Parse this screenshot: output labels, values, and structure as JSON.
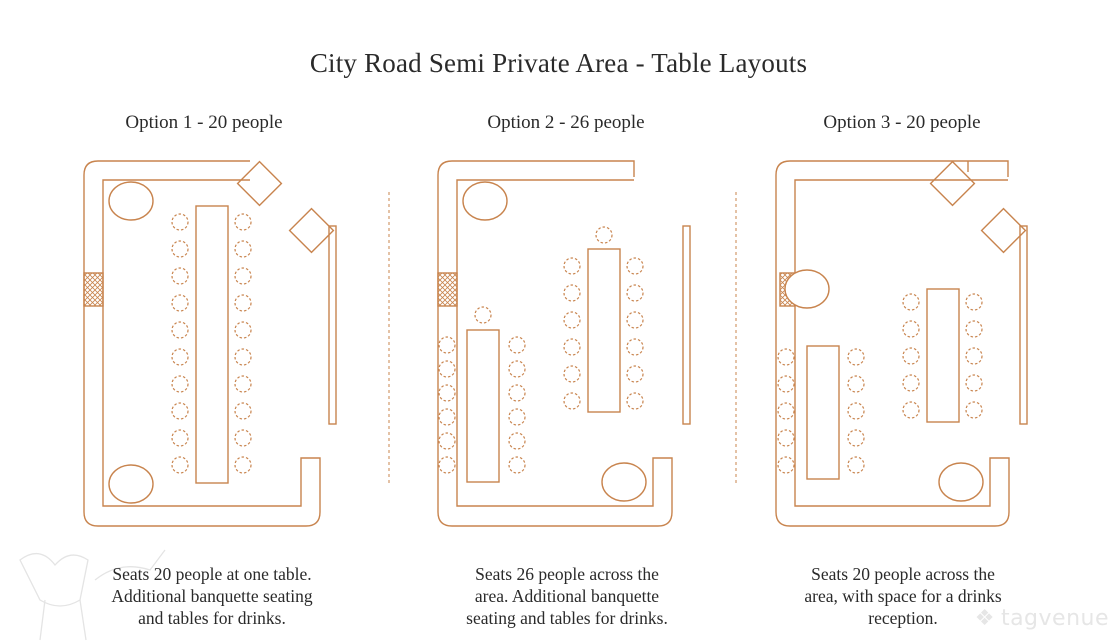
{
  "title": "City Road Semi Private Area - Table Layouts",
  "options": [
    {
      "title": "Option 1 - 20 people",
      "description": [
        "Seats 20 people at one table.",
        "Additional banquette seating",
        "and tables for drinks."
      ]
    },
    {
      "title": "Option 2 - 26 people",
      "description": [
        "Seats 26 people across the",
        "area. Additional banquette",
        "seating and tables for drinks."
      ]
    },
    {
      "title": "Option 3 - 20 people",
      "description": [
        "Seats 20 people across the",
        "area, with space for a drinks",
        "reception."
      ]
    }
  ],
  "watermark": {
    "text": "tagvenue",
    "icon": "tagvenue-logo-icon"
  },
  "colors": {
    "line": "#c8844e",
    "text": "#2a2a2a",
    "watermark": "#e6e6e6"
  }
}
